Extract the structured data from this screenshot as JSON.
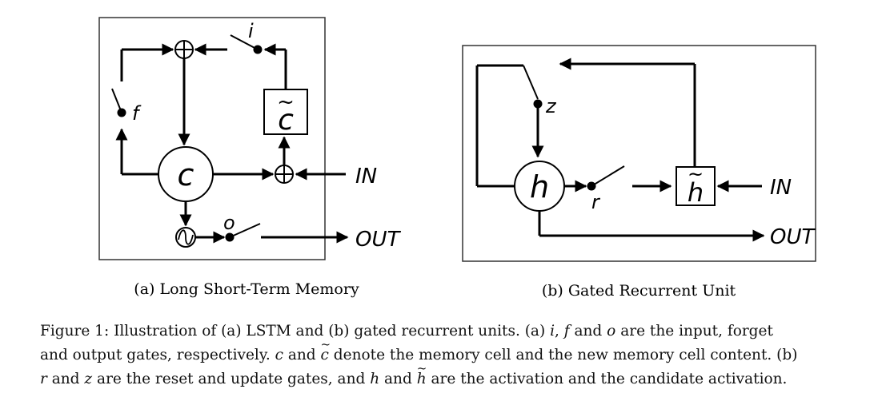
{
  "diagram": {
    "lstm": {
      "subcaption": "(a) Long Short-Term Memory",
      "cell": "c",
      "candidate": "c",
      "gate_input": "i",
      "gate_forget": "f",
      "gate_output": "o",
      "input_label": "IN",
      "output_label": "OUT"
    },
    "gru": {
      "subcaption": "(b) Gated Recurrent Unit",
      "activation": "h",
      "candidate": "h",
      "gate_update": "z",
      "gate_reset": "r",
      "input_label": "IN",
      "output_label": "OUT"
    }
  },
  "caption": {
    "line1": {
      "t1": "Figure 1:  Illustration of (a) LSTM and (b) gated recurrent units. (a) ",
      "i": "i",
      "t2": ", ",
      "f": "f",
      "t3": " and ",
      "o": "o",
      "t4": " are the input, forget"
    },
    "line2": {
      "t1": "and output gates, respectively. ",
      "c": "c",
      "t2": " and ",
      "c_tilde": "c",
      "t3": " denote the memory cell and the new memory cell content. (b)"
    },
    "line3": {
      "r": "r",
      "t1": " and ",
      "z": "z",
      "t2": " are the reset and update gates, and ",
      "h": "h",
      "t3": " and ",
      "h_tilde": "h",
      "t4": " are the activation and the candidate activation."
    }
  }
}
